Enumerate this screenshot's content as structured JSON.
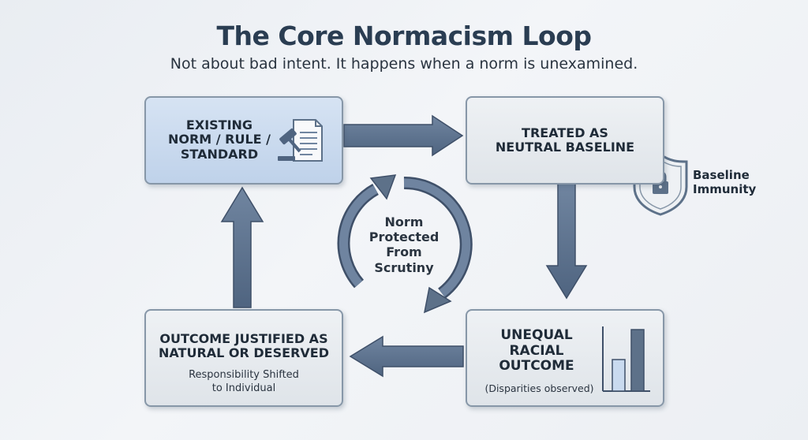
{
  "title": "The Core Normacism Loop",
  "subtitle": "Not about bad intent. It happens when a norm is unexamined.",
  "boxes": {
    "norm": {
      "label": "EXISTING\nNORM / RULE /\nSTANDARD",
      "icon": "gavel-document-icon"
    },
    "neutral": {
      "label": "TREATED AS\nNEUTRAL BASELINE"
    },
    "outcome": {
      "label": "UNEQUAL\nRACIAL\nOUTCOME",
      "note": "(Disparities observed)",
      "icon": "bar-chart-icon"
    },
    "justified": {
      "label": "OUTCOME JUSTIFIED AS\nNATURAL OR DESERVED",
      "note": "Responsibility Shifted\nto Individual"
    }
  },
  "baseline_immunity": {
    "label": "Baseline\nImmunity",
    "icon": "shield-lock-icon"
  },
  "center": {
    "label": "Norm\nProtected\nFrom\nScrutiny",
    "icon": "cycle-arrows-icon"
  },
  "colors": {
    "box_blue": "#c9daef",
    "box_grey": "#e6eaee",
    "arrow": "#5d7189",
    "title": "#2a3d52"
  }
}
